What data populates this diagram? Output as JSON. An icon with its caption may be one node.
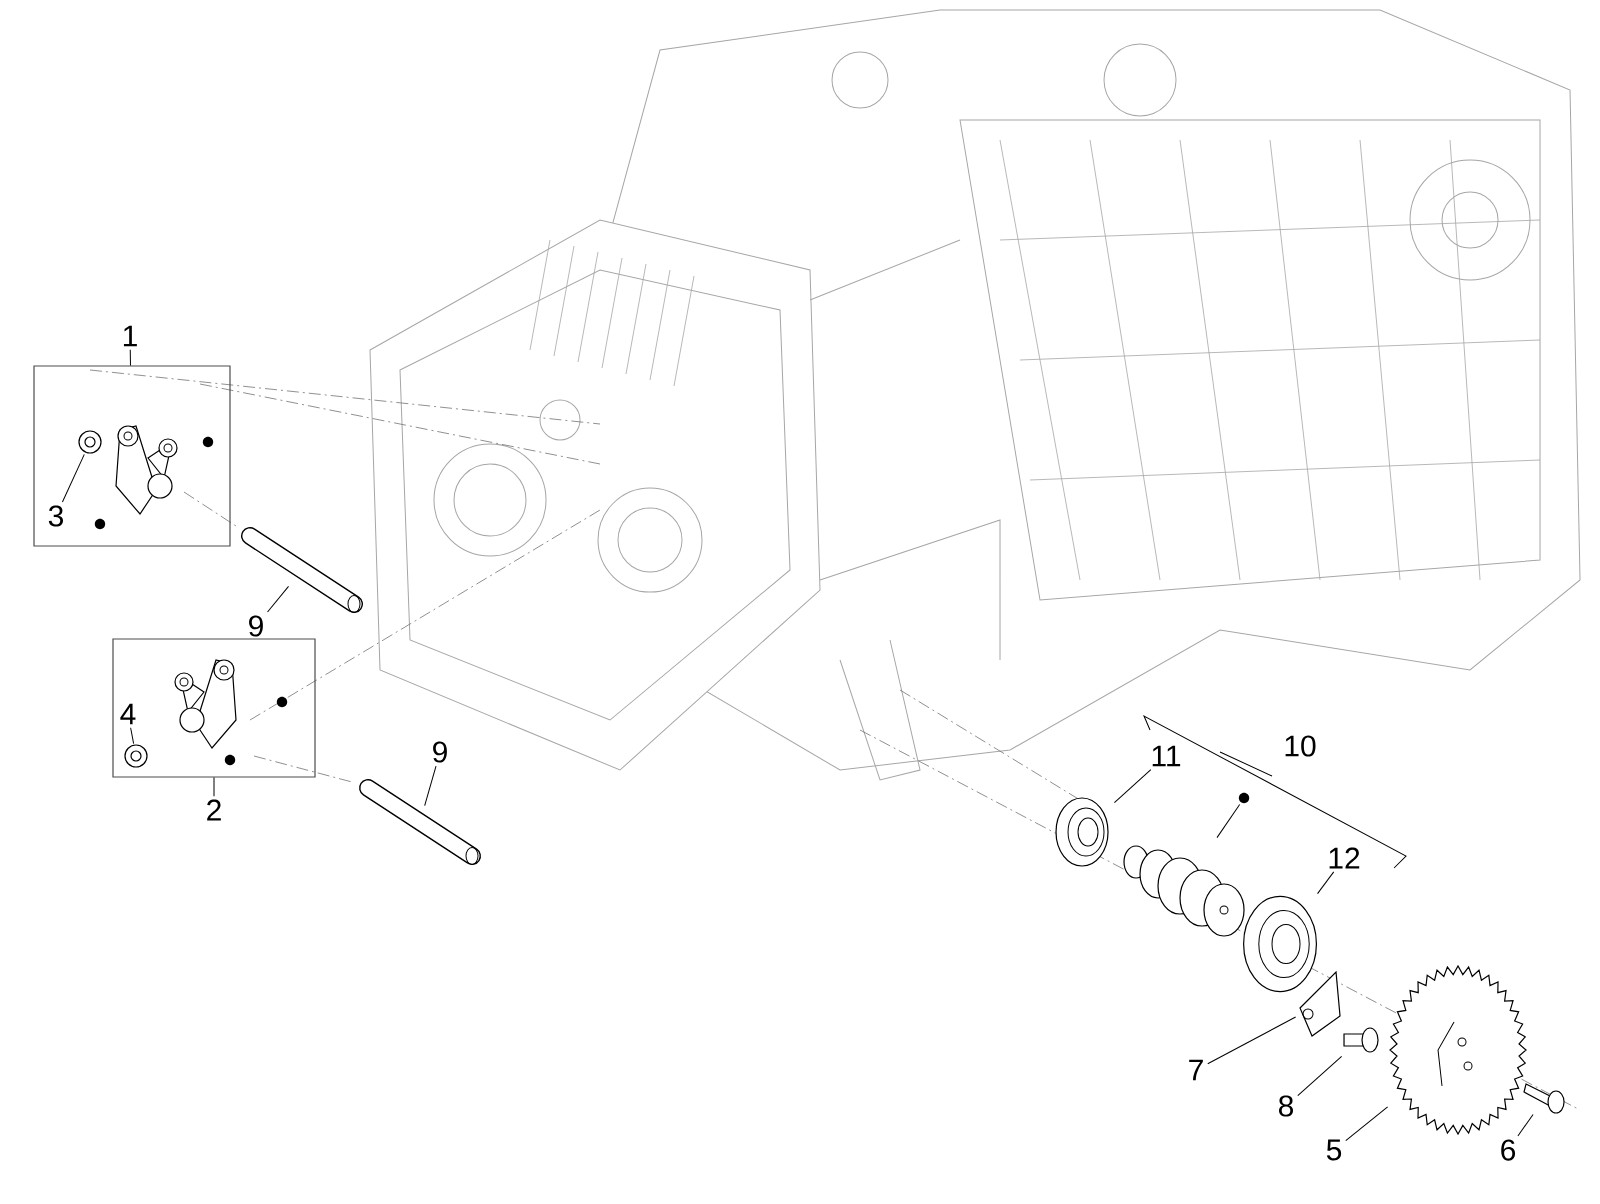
{
  "diagram": {
    "nodes": [
      {
        "text": [
          "1"
        ]
      },
      {
        "text": [],
        "shape": "box"
      },
      {
        "text": [],
        "shape": "picture",
        "in": 1
      },
      {
        "text": [
          "3"
        ],
        "in": 1
      },
      {
        "text": [],
        "shape": "picture",
        "in": 1
      },
      {
        "text": [
          "9"
        ]
      },
      {
        "text": [],
        "shape": "picture"
      },
      {
        "text": [],
        "shape": "box"
      },
      {
        "text": [],
        "shape": "picture",
        "in": 7
      },
      {
        "text": [
          "4"
        ],
        "in": 7
      },
      {
        "text": [],
        "shape": "picture",
        "in": 7
      },
      {
        "text": [
          "2"
        ]
      },
      {
        "text": [
          "9"
        ]
      },
      {
        "text": [],
        "shape": "picture"
      },
      {
        "text": [
          "11"
        ]
      },
      {
        "text": [],
        "shape": "picture"
      },
      {
        "text": [],
        "shape": "picture"
      },
      {
        "text": [
          "12"
        ]
      },
      {
        "text": [],
        "shape": "picture"
      },
      {
        "text": [
          "7"
        ]
      },
      {
        "text": [],
        "shape": "picture"
      },
      {
        "text": [
          "8"
        ]
      },
      {
        "text": [],
        "shape": "picture"
      },
      {
        "text": [
          "5"
        ]
      },
      {
        "text": [],
        "shape": "picture"
      },
      {
        "text": [
          "6"
        ]
      },
      {
        "text": [],
        "shape": "picture"
      },
      {
        "text": [],
        "shape": "circle"
      }
    ],
    "edges": [
      {
        "from": 0,
        "to": 1,
        "arrow": "none"
      },
      {
        "from": 3,
        "to": 4,
        "arrow": "none"
      },
      {
        "from": 5,
        "to": 6,
        "arrow": "none"
      },
      {
        "from": 11,
        "to": 7,
        "arrow": "none"
      },
      {
        "from": 9,
        "to": 10,
        "arrow": "none"
      },
      {
        "from": 12,
        "to": 13,
        "arrow": "none"
      },
      {
        "from": 14,
        "to": 15,
        "arrow": "none"
      },
      {
        "from": 17,
        "to": 18,
        "arrow": "none"
      },
      {
        "from": 19,
        "to": 20,
        "arrow": "none"
      },
      {
        "from": 21,
        "to": 22,
        "arrow": "none"
      },
      {
        "from": 23,
        "to": 24,
        "arrow": "none"
      },
      {
        "from": 25,
        "to": 26,
        "arrow": "none"
      },
      {
        "from": 27,
        "to": 16,
        "arrow": "none"
      }
    ],
    "labels": [
      "10"
    ]
  }
}
